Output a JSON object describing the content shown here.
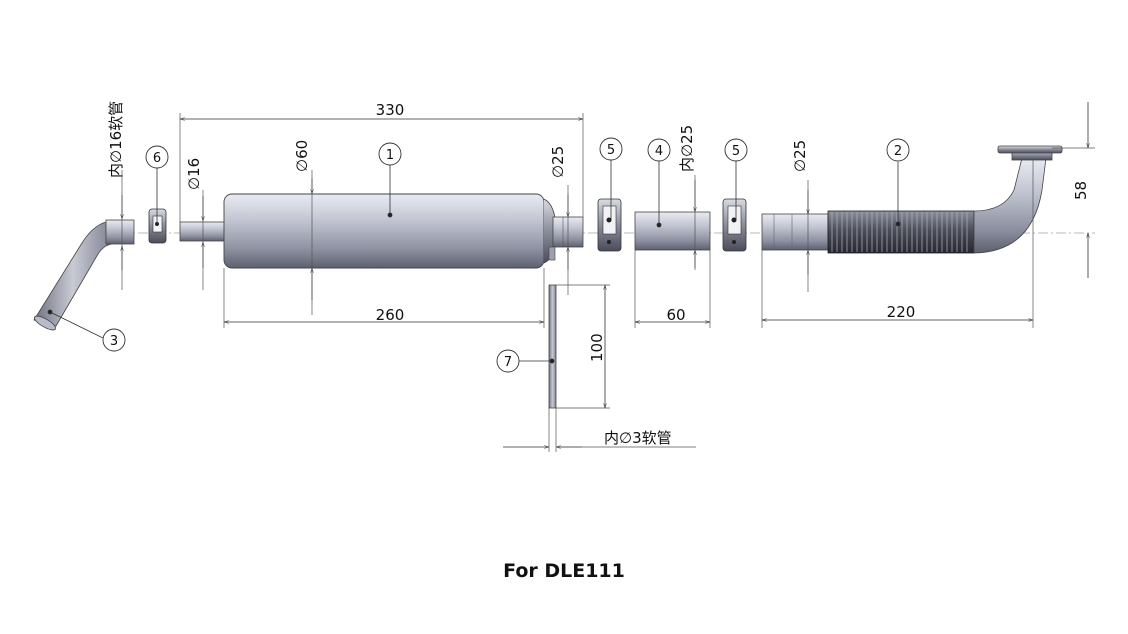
{
  "dimensions": {
    "hose16": "内∅16软管",
    "d16": "∅16",
    "d60": "∅60",
    "len330": "330",
    "d25_muffler": "∅25",
    "d25_coupler": "内∅25",
    "d25_header": "∅25",
    "h58": "58",
    "len260": "260",
    "len60": "60",
    "len220": "220",
    "len100": "100",
    "hose3": "内∅3软管"
  },
  "balloons": {
    "b1": "1",
    "b2": "2",
    "b3": "3",
    "b4": "4",
    "b5a": "5",
    "b5b": "5",
    "b6": "6",
    "b7": "7"
  },
  "caption": "For  DLE111"
}
